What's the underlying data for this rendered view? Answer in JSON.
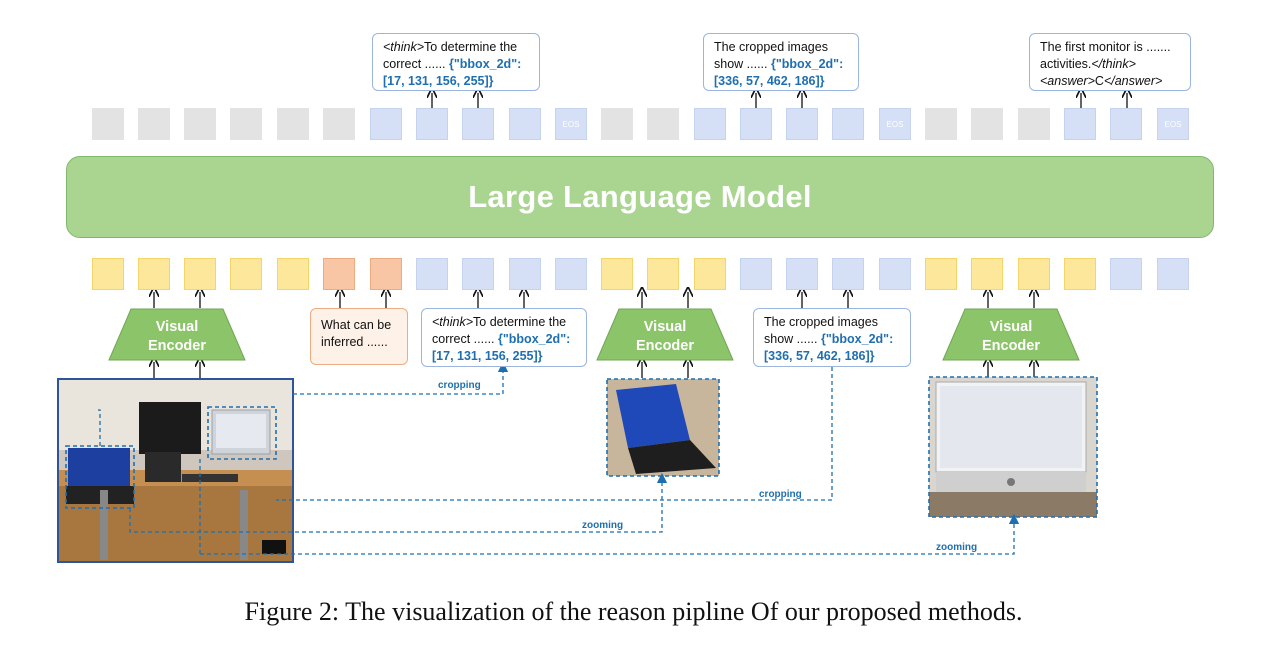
{
  "llm_label": "Large Language Model",
  "eos_label": "EOS",
  "output_bubbles": [
    {
      "italic_open": "<think>",
      "text": "To determine the correct ......",
      "highlight": "{\"bbox_2d\": [17, 131, 156, 255]}"
    },
    {
      "text": "The cropped images show ......",
      "highlight": "{\"bbox_2d\": [336, 57, 462, 186]}"
    },
    {
      "text": "The first monitor is ....... activities.",
      "italic_close": "</think>",
      "answer_open": "<answer>",
      "answer_value": "C",
      "answer_close": "</answer>"
    }
  ],
  "encoder_label_line1": "Visual",
  "encoder_label_line2": "Encoder",
  "question_bubble": "What can be inferred ......",
  "input_bubbles": [
    {
      "italic_open": "<think>",
      "text": "To determine the correct ......",
      "highlight": "{\"bbox_2d\": [17, 131, 156, 255]}"
    },
    {
      "text": "The cropped images show ......",
      "highlight": "{\"bbox_2d\": [336, 57, 462, 186]}"
    }
  ],
  "edge_labels": {
    "cropping_1": "cropping",
    "cropping_2": "cropping",
    "zooming_1": "zooming",
    "zooming_2": "zooming"
  },
  "caption": "Figure 2: The visualization of the reason pipline Of our proposed methods.",
  "colors": {
    "gray_token": "#e3e3e3",
    "blue_token": "#d5dff5",
    "yellow_token": "#fde79a",
    "orange_token": "#f8c6a4",
    "llm_fill": "#a9d590",
    "encoder_fill": "#8cc46a",
    "link": "#1f6fb0"
  }
}
